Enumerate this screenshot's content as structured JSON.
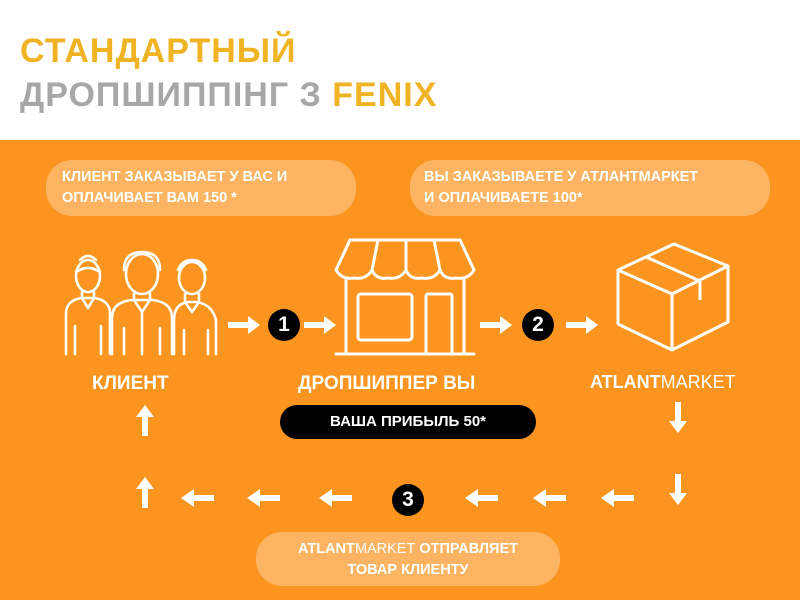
{
  "header": {
    "title_line1": "СТАНДАРТНЫЙ",
    "title_line2_prefix": "ДРОПШИППІНГ З ",
    "title_line2_brand": "FENIX"
  },
  "bubbles": {
    "client_order_line1": "КЛИЕНТ ЗАКАЗЫВАЕТ У ВАС И",
    "client_order_line2": "ОПЛАЧИВАЕТ ВАМ 150 *",
    "you_order_line1": "ВЫ ЗАКАЗЫВАЕТЕ У АТЛАНТМАРКЕТ",
    "you_order_line2": "И ОПЛАЧИВАЕТЕ 100*",
    "ship_line1_brand_bold": "ATLANT",
    "ship_line1_brand_thin": "MARKET",
    "ship_line1_rest": " ОТПРАВЛЯЕТ",
    "ship_line2": "ТОВАР КЛИЕНТУ"
  },
  "labels": {
    "client": "КЛИЕНТ",
    "dropshipper": "ДРОПШИППЕР  ВЫ",
    "atlant_bold": "ATLANT",
    "atlant_thin": "MARKET"
  },
  "profit": "ВАША ПРИБЫЛЬ 50*",
  "steps": [
    "1",
    "2",
    "3"
  ],
  "icons": {
    "client": "people-icon",
    "dropshipper": "store-icon",
    "supplier": "box-icon"
  },
  "colors": {
    "accent": "#f0b323",
    "title_gray": "#a7a7a7",
    "panel": "#fb951f",
    "pill": "#fdb462",
    "badge": "#000000"
  }
}
